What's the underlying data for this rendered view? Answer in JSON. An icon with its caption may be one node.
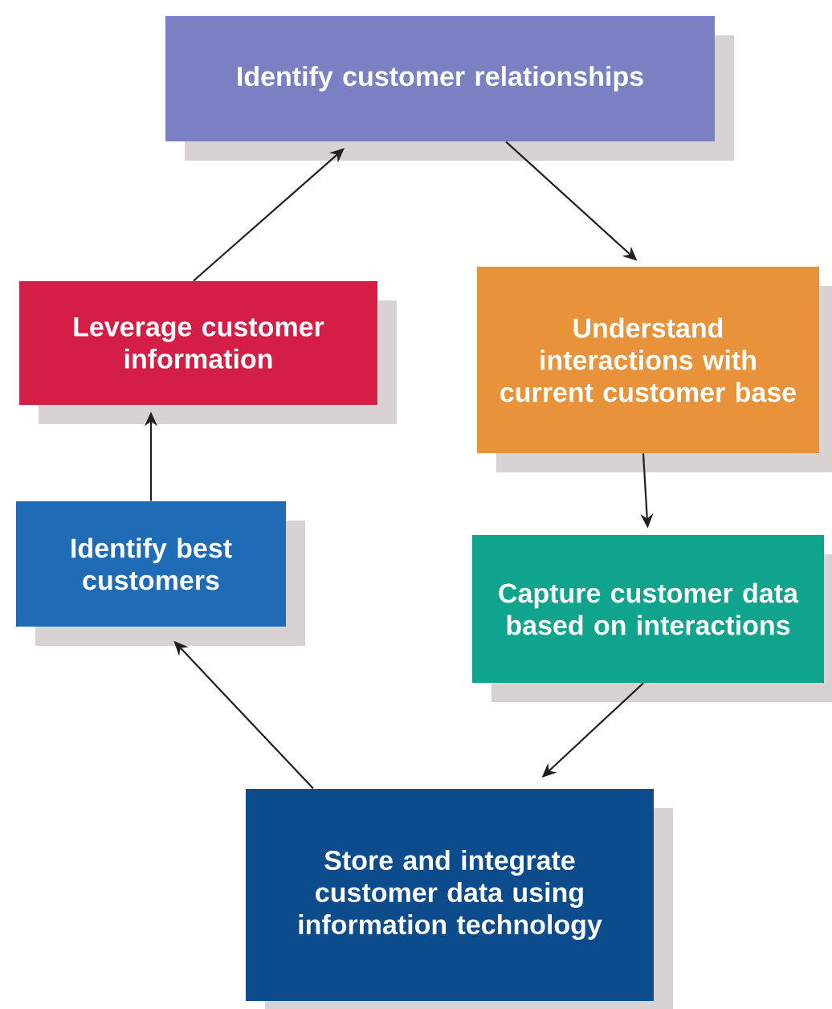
{
  "diagram": {
    "nodes": [
      {
        "text": [
          "Identify customer relationships"
        ]
      },
      {
        "text": [
          "Understand interactions with current customer base"
        ]
      },
      {
        "text": [
          "Capture customer data based on interactions"
        ]
      },
      {
        "text": [
          "Store and integrate customer data using information technology"
        ]
      },
      {
        "text": [
          "Identify best customers"
        ]
      },
      {
        "text": [
          "Leverage customer information"
        ]
      }
    ],
    "edges": [
      {
        "from": 0,
        "to": 1,
        "arrow": "to"
      },
      {
        "from": 1,
        "to": 2,
        "arrow": "to"
      },
      {
        "from": 2,
        "to": 3,
        "arrow": "to"
      },
      {
        "from": 3,
        "to": 4,
        "arrow": "to"
      },
      {
        "from": 4,
        "to": 5,
        "arrow": "to"
      },
      {
        "from": 5,
        "to": 0,
        "arrow": "to"
      }
    ]
  }
}
